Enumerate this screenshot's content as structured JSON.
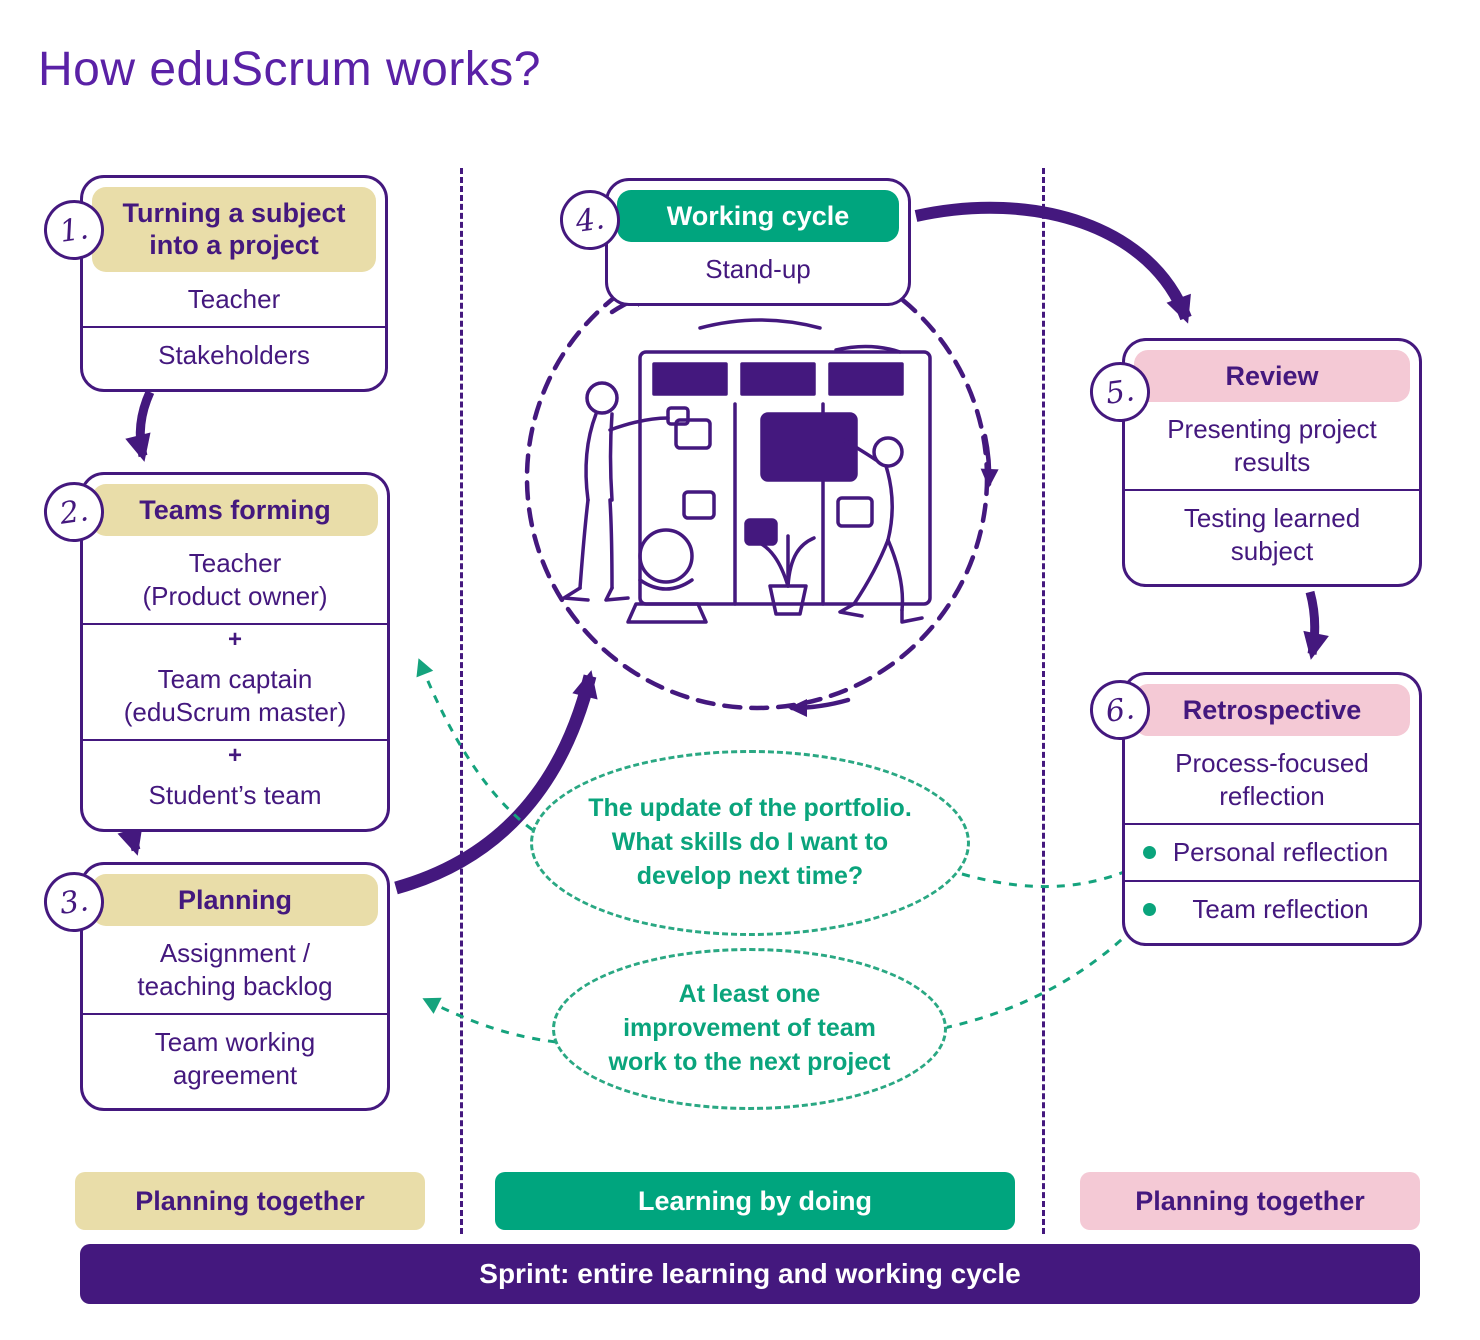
{
  "title": "How eduScrum works?",
  "colors": {
    "purple": "#44187e",
    "tan": "#e9dda9",
    "green": "#00a57e",
    "pink": "#f4c9d5",
    "bubble_green": "#0aa47c"
  },
  "steps": [
    {
      "num": "1.",
      "title": "Turning a subject\ninto a project",
      "rows": [
        "Teacher",
        "Stakeholders"
      ]
    },
    {
      "num": "2.",
      "title": "Teams forming",
      "plus": "+",
      "rows": [
        "Teacher\n(Product owner)",
        "Team captain\n(eduScrum master)",
        "Student’s team"
      ]
    },
    {
      "num": "3.",
      "title": "Planning",
      "rows": [
        "Assignment /\nteaching backlog",
        "Team working\nagreement"
      ]
    },
    {
      "num": "4.",
      "title": "Working cycle",
      "rows": [
        "Stand-up"
      ]
    },
    {
      "num": "5.",
      "title": "Review",
      "rows": [
        "Presenting project\nresults",
        "Testing learned\nsubject"
      ]
    },
    {
      "num": "6.",
      "title": "Retrospective",
      "rows": [
        "Process-focused\nreflection"
      ],
      "bullets": [
        "Personal reflection",
        "Team reflection"
      ]
    }
  ],
  "bubbles": [
    {
      "text": "The update of the portfolio.\nWhat skills do I want to\ndevelop next time?"
    },
    {
      "text": "At least one\nimprovement of team\nwork to the next project"
    }
  ],
  "legend": [
    {
      "label": "Planning together"
    },
    {
      "label": "Learning by doing"
    },
    {
      "label": "Planning together"
    }
  ],
  "sprint_bar": "Sprint: entire learning and working cycle"
}
